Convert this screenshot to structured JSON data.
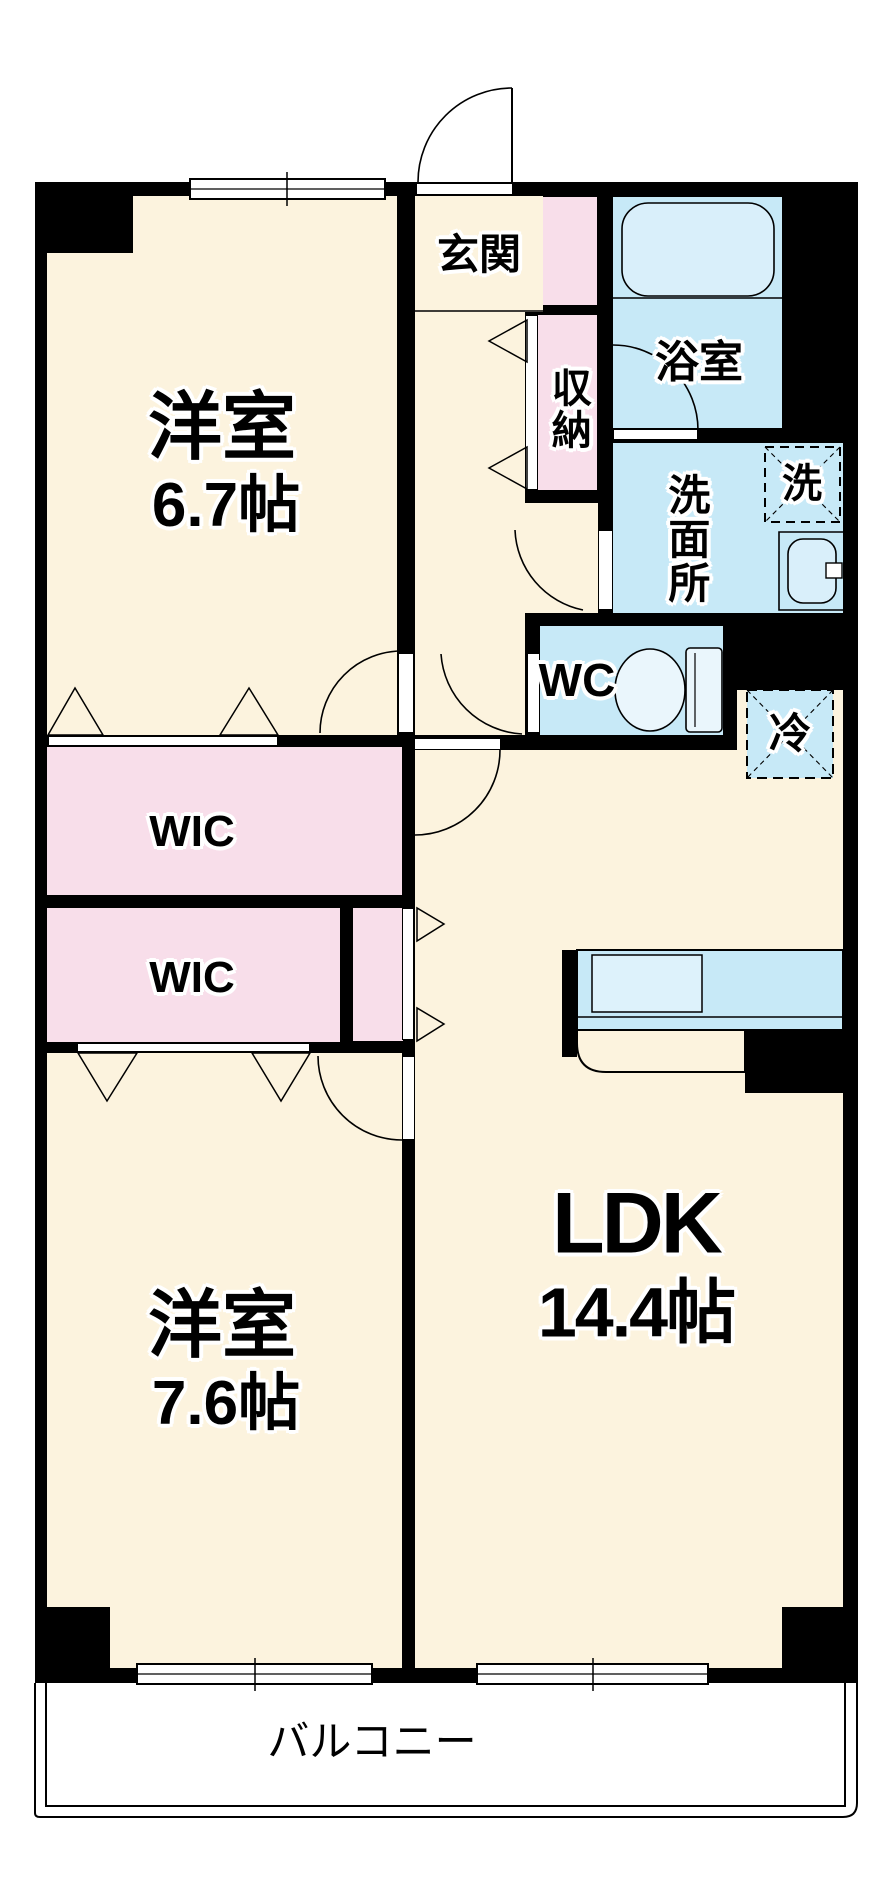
{
  "floorplan": {
    "rooms": {
      "bedroom1": {
        "label": "洋室",
        "size": "6.7帖"
      },
      "bedroom2": {
        "label": "洋室",
        "size": "7.6帖"
      },
      "ldk": {
        "label": "LDK",
        "size": "14.4帖"
      },
      "entrance": {
        "label": "玄関"
      },
      "bathroom": {
        "label": "浴室"
      },
      "washroom": {
        "label": "洗面所"
      },
      "storage": {
        "label": "収納"
      },
      "wic_upper": {
        "label": "WIC"
      },
      "wic_lower": {
        "label": "WIC"
      },
      "toilet": {
        "label": "WC"
      },
      "balcony": {
        "label": "バルコニー"
      }
    },
    "appliances": {
      "washing_machine": {
        "label": "洗"
      },
      "refrigerator": {
        "label": "冷"
      }
    },
    "colors": {
      "room_floor": "#FCF3DE",
      "closet_floor": "#F8DEEA",
      "wet_area": "#C7E9F7",
      "fixture_fill": "#DDF2FB",
      "wall": "#000000",
      "background": "#FFFFFF"
    }
  }
}
